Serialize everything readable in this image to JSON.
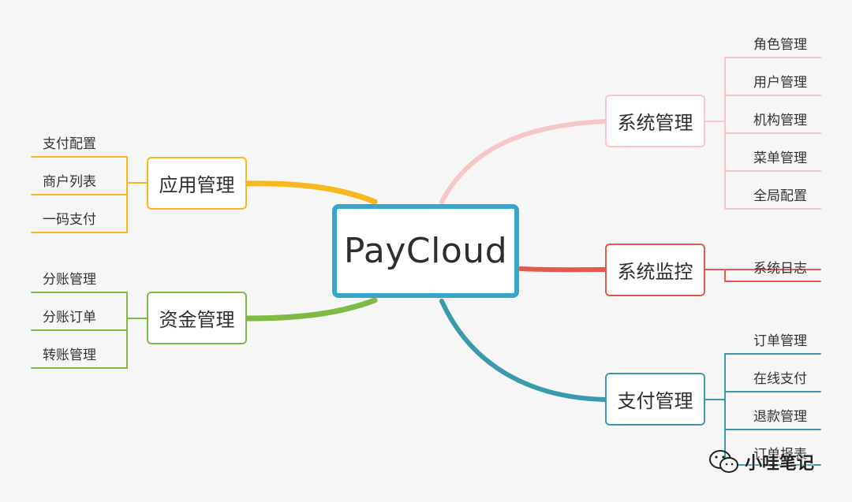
{
  "central": {
    "label": "PayCloud",
    "color": "#38a6cb"
  },
  "branches": {
    "app": {
      "label": "应用管理",
      "color": "#f6b81c",
      "leaves": [
        "支付配置",
        "商户列表",
        "一码支付"
      ]
    },
    "funds": {
      "label": "资金管理",
      "color": "#7dbb45",
      "leaves": [
        "分账管理",
        "分账订单",
        "转账管理"
      ]
    },
    "system": {
      "label": "系统管理",
      "color": "#f7c6c8",
      "leaves": [
        "角色管理",
        "用户管理",
        "机构管理",
        "菜单管理",
        "全局配置"
      ]
    },
    "monitor": {
      "label": "系统监控",
      "color": "#e35a4c",
      "leaves": [
        "系统日志"
      ]
    },
    "payment": {
      "label": "支付管理",
      "color": "#3a9aab",
      "leaves": [
        "订单管理",
        "在线支付",
        "退款管理",
        "订单报表"
      ]
    }
  },
  "watermark": {
    "text": "小哇笔记",
    "icon": "wechat-icon"
  }
}
